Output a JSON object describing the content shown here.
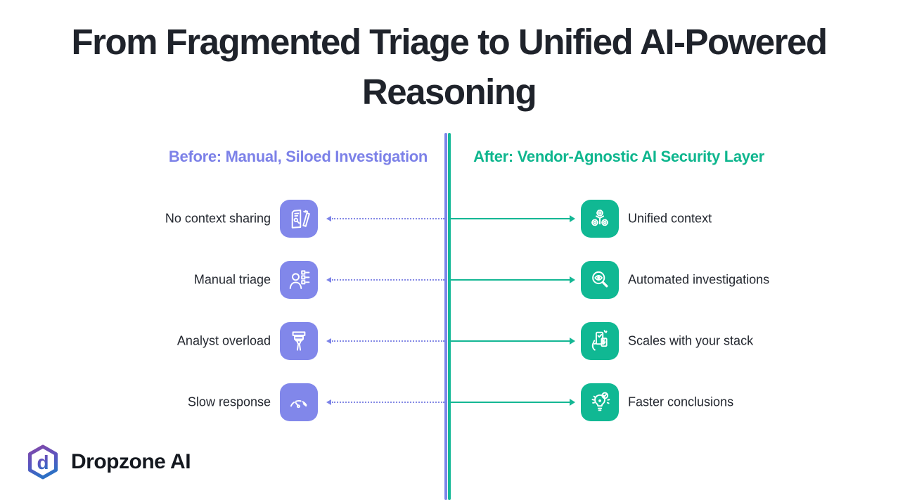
{
  "title": {
    "line1": "From Fragmented Triage to Unified AI-Powered",
    "line2": "Reasoning"
  },
  "colors": {
    "before_accent": "#7c81e8",
    "before_icon_bg": "#8187ea",
    "after_accent": "#0eb68e",
    "after_icon_bg": "#10b893",
    "divider_purple": "#7b85e9",
    "divider_teal": "#15b997",
    "title_text": "#1f232b",
    "label_text": "#23272f",
    "logo_gradient_top": "#8348a8",
    "logo_gradient_bottom": "#2e6fc4"
  },
  "before": {
    "header": "Before: Manual, Siloed Investigation",
    "items": [
      {
        "label": "No context sharing",
        "icon": "document-pen-icon"
      },
      {
        "label": "Manual triage",
        "icon": "person-checklist-icon"
      },
      {
        "label": "Analyst overload",
        "icon": "overloaded-person-icon"
      },
      {
        "label": "Slow response",
        "icon": "gauge-icon"
      }
    ]
  },
  "after": {
    "header": "After: Vendor-Agnostic AI Security Layer",
    "items": [
      {
        "label": "Unified context",
        "icon": "gears-network-icon"
      },
      {
        "label": "Automated investigations",
        "icon": "magnifier-eye-icon"
      },
      {
        "label": "Scales with your stack",
        "icon": "phone-hand-icon"
      },
      {
        "label": "Faster conclusions",
        "icon": "lightbulb-check-icon"
      }
    ]
  },
  "logo": {
    "text": "Dropzone AI",
    "icon": "dropzone-hexagon-logo"
  }
}
